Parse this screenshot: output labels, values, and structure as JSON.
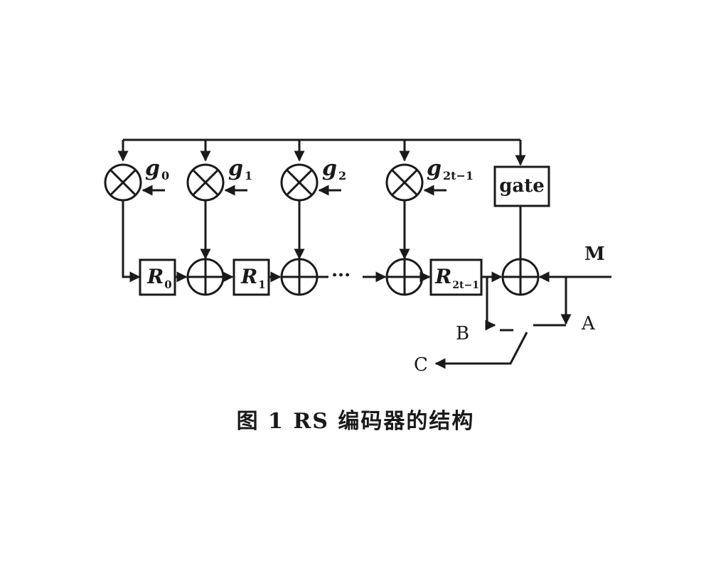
{
  "multipliers": [
    {
      "label": "g",
      "sub": "0"
    },
    {
      "label": "g",
      "sub": "1"
    },
    {
      "label": "g",
      "sub": "2"
    },
    {
      "label": "g",
      "sub": "2t−1"
    }
  ],
  "registers": [
    {
      "label": "R",
      "sub": "0"
    },
    {
      "label": "R",
      "sub": "1"
    },
    {
      "label": "R",
      "sub": "2t−1"
    }
  ],
  "gate_label": "gate",
  "ellipsis": "···",
  "ports": {
    "m": "M",
    "a": "A",
    "b": "B",
    "c": "C"
  },
  "caption": "图 1   RS 编码器的结构"
}
